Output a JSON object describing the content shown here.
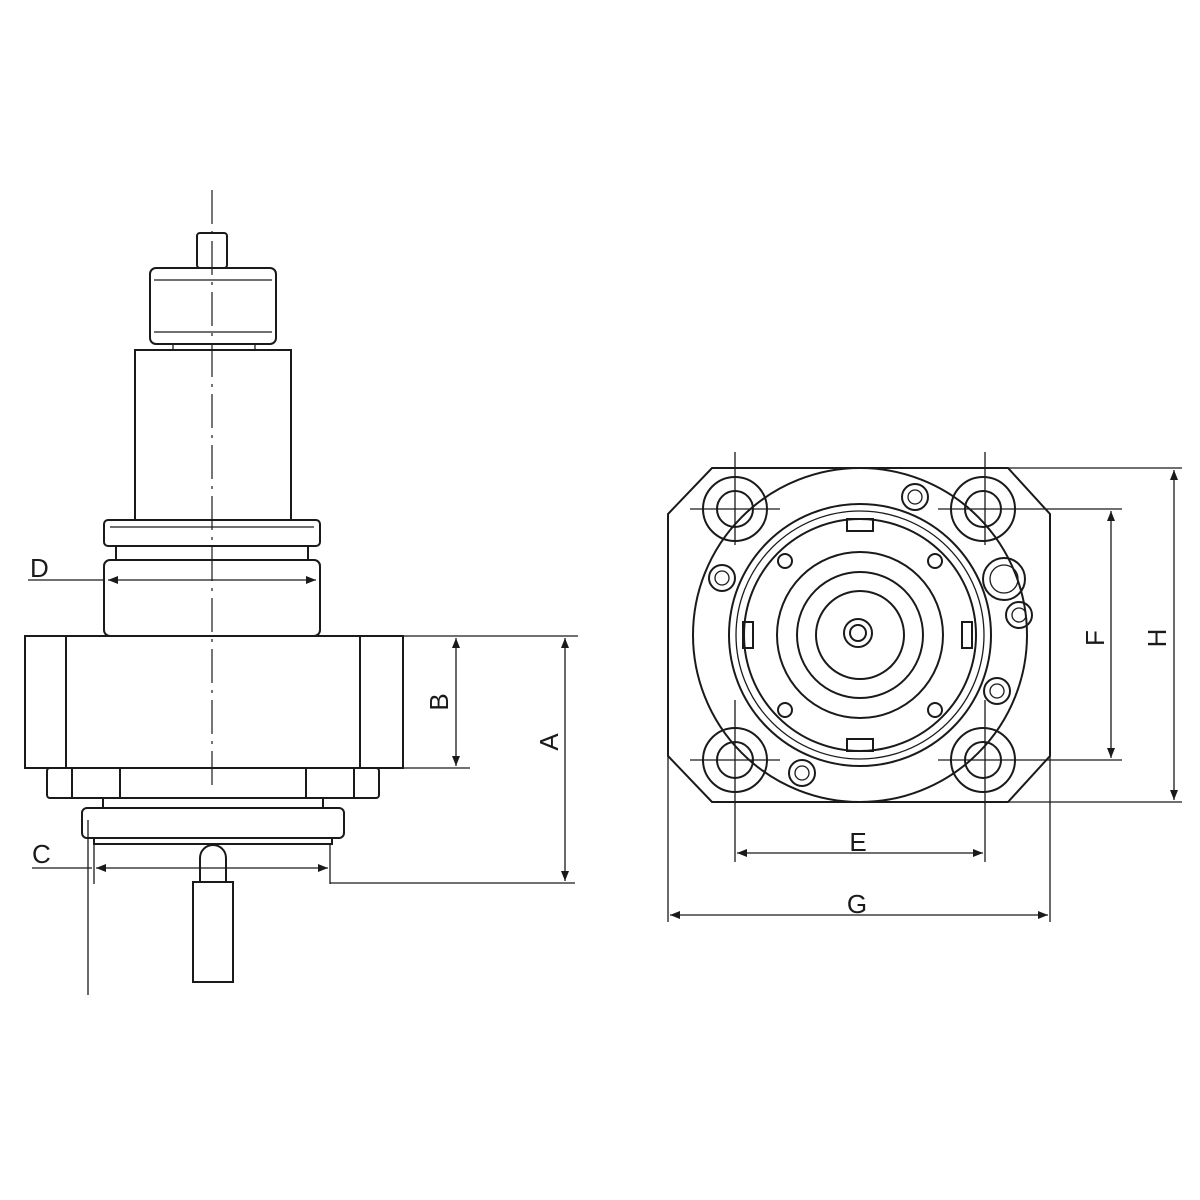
{
  "labels": {
    "A": "A",
    "B": "B",
    "C": "C",
    "D": "D",
    "E": "E",
    "F": "F",
    "G": "G",
    "H": "H"
  },
  "colors": {
    "line": "#1a1a1a",
    "background": "#ffffff"
  }
}
